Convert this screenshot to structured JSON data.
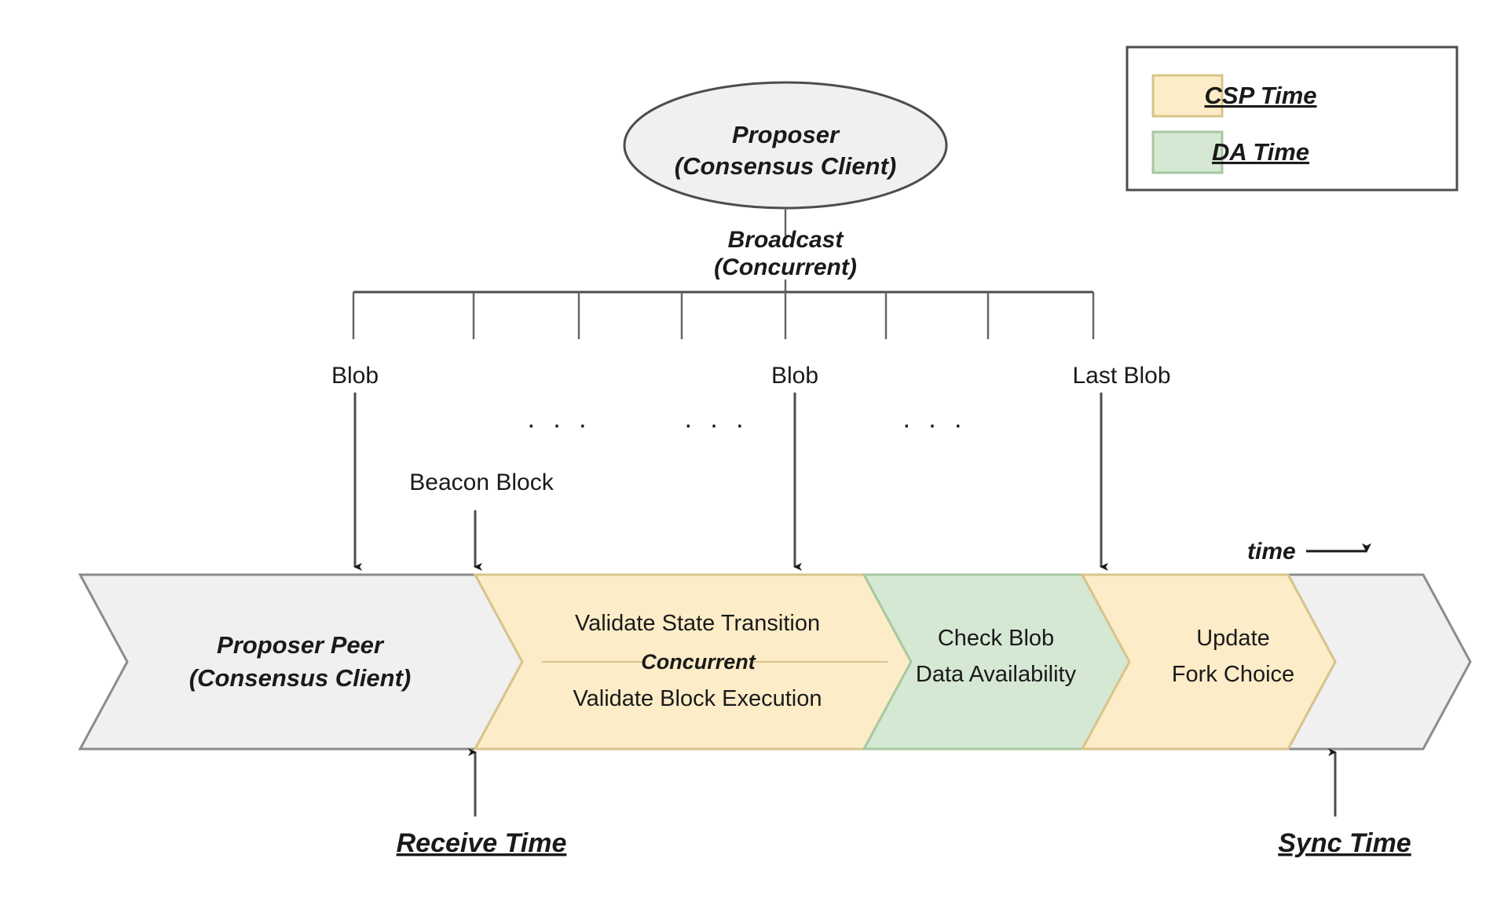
{
  "diagram": {
    "title_node": {
      "line1": "Proposer",
      "line2": "(Consensus Client)"
    },
    "broadcast": {
      "line1": "Broadcast",
      "line2": "(Concurrent)"
    },
    "blob_labels": [
      {
        "text": "Blob"
      },
      {
        "text": "Blob"
      },
      {
        "text": "Last Blob"
      }
    ],
    "ellipsis": [
      {
        "text": "· · ·"
      },
      {
        "text": "· · ·"
      },
      {
        "text": "· · ·"
      }
    ],
    "beacon_block_label": "Beacon Block",
    "time_axis_label": "time",
    "lane": {
      "actor": {
        "line1": "Proposer Peer",
        "line2": "(Consensus Client)"
      },
      "segments": [
        {
          "id": "csp-validate",
          "line1": "Validate State Transition",
          "divider": "Concurrent",
          "line2": "Validate Block Execution",
          "fill": "#fdecc8",
          "stroke": "#d9c48a"
        },
        {
          "id": "da-check",
          "line1": "Check Blob",
          "line2": "Data Availability",
          "fill": "#d5e8d4",
          "stroke": "#a6c8a0"
        },
        {
          "id": "csp-fork-choice",
          "line1": "Update",
          "line2": "Fork Choice",
          "fill": "#fdecc8",
          "stroke": "#d9c48a"
        }
      ]
    },
    "markers": [
      {
        "id": "receive-time",
        "label": "Receive Time"
      },
      {
        "id": "sync-time",
        "label": "Sync Time"
      }
    ]
  },
  "legend": {
    "items": [
      {
        "label": "CSP Time",
        "color": "#fdecc8",
        "border": "#d9c48a"
      },
      {
        "label": "DA Time",
        "color": "#d5e8d4",
        "border": "#a6c8a0"
      }
    ]
  },
  "colors": {
    "neutral_fill": "#f0f0f0",
    "neutral_stroke": "#8c8c8c",
    "csp_fill": "#fdecc8",
    "csp_stroke": "#d9c48a",
    "da_fill": "#d5e8d4",
    "da_stroke": "#a6c8a0",
    "line": "#4d4d4d",
    "text": "#1a1a1a"
  }
}
